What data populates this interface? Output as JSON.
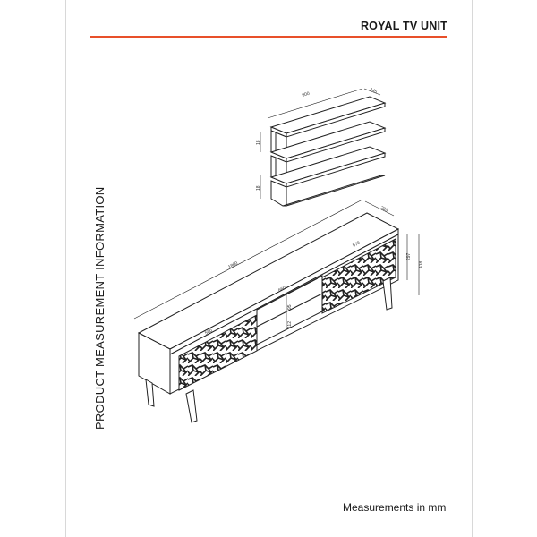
{
  "header": {
    "title": "ROYAL TV UNIT",
    "accent_color": "#e8502a"
  },
  "side_label": "PRODUCT MEASUREMENT INFORMATION",
  "footer": "Measurements in mm",
  "dimensions": {
    "shelf_width": "800",
    "shelf_depth": "145",
    "shelf_thickness_top": "18",
    "shelf_thickness_bottom": "18",
    "unit_width": "1800",
    "unit_depth": "295",
    "unit_body_height": "297",
    "unit_total_height": "418",
    "door_width_right": "570",
    "door_width_left": "580",
    "middle_width": "660",
    "inner_height_top": "95",
    "inner_height_bottom": "112"
  }
}
